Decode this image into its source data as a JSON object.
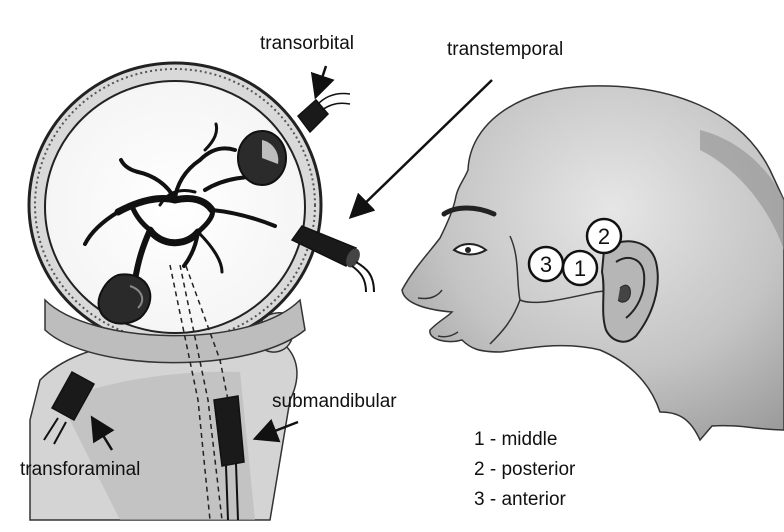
{
  "labels": {
    "transorbital": "transorbital",
    "transtemporal": "transtemporal",
    "submandibular": "submandibular",
    "transforaminal": "transforaminal"
  },
  "windows": [
    {
      "number": "1"
    },
    {
      "number": "2"
    },
    {
      "number": "3"
    }
  ],
  "legend": [
    "1 - middle",
    "2 - posterior",
    "3 - anterior"
  ],
  "colors": {
    "ink": "#111111",
    "skin": "#c9c9c9",
    "shade": "#9a9a9a",
    "probe": "#1a1a1a"
  }
}
